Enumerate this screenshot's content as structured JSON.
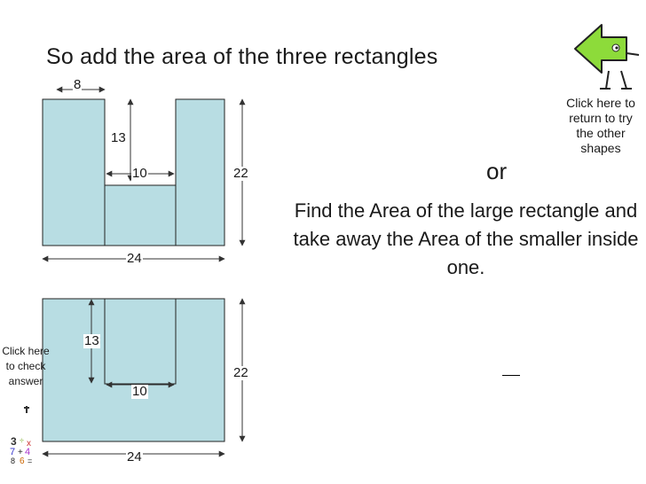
{
  "title": "So add the area of the three rectangles",
  "or_text": "or",
  "alternative_text": "Find the Area of the large rectangle and take away the Area of the smaller inside one.",
  "nav": {
    "back_text": "Click here to return to try the other shapes",
    "back_icon": "back-arrow-character-icon",
    "check_text": "Click here to check answer",
    "check_icon": "math-symbols-icon"
  },
  "figure_top": {
    "width_label": "8",
    "inner_height_label": "13",
    "inner_width_label": "10",
    "height_label": "22",
    "base_label": "24"
  },
  "figure_bottom": {
    "inner_height_label": "13",
    "inner_width_label": "10",
    "height_label": "22",
    "base_label": "24"
  },
  "colors": {
    "shape_fill": "#b8dde3",
    "arrow_green": "#8ddb3a"
  }
}
